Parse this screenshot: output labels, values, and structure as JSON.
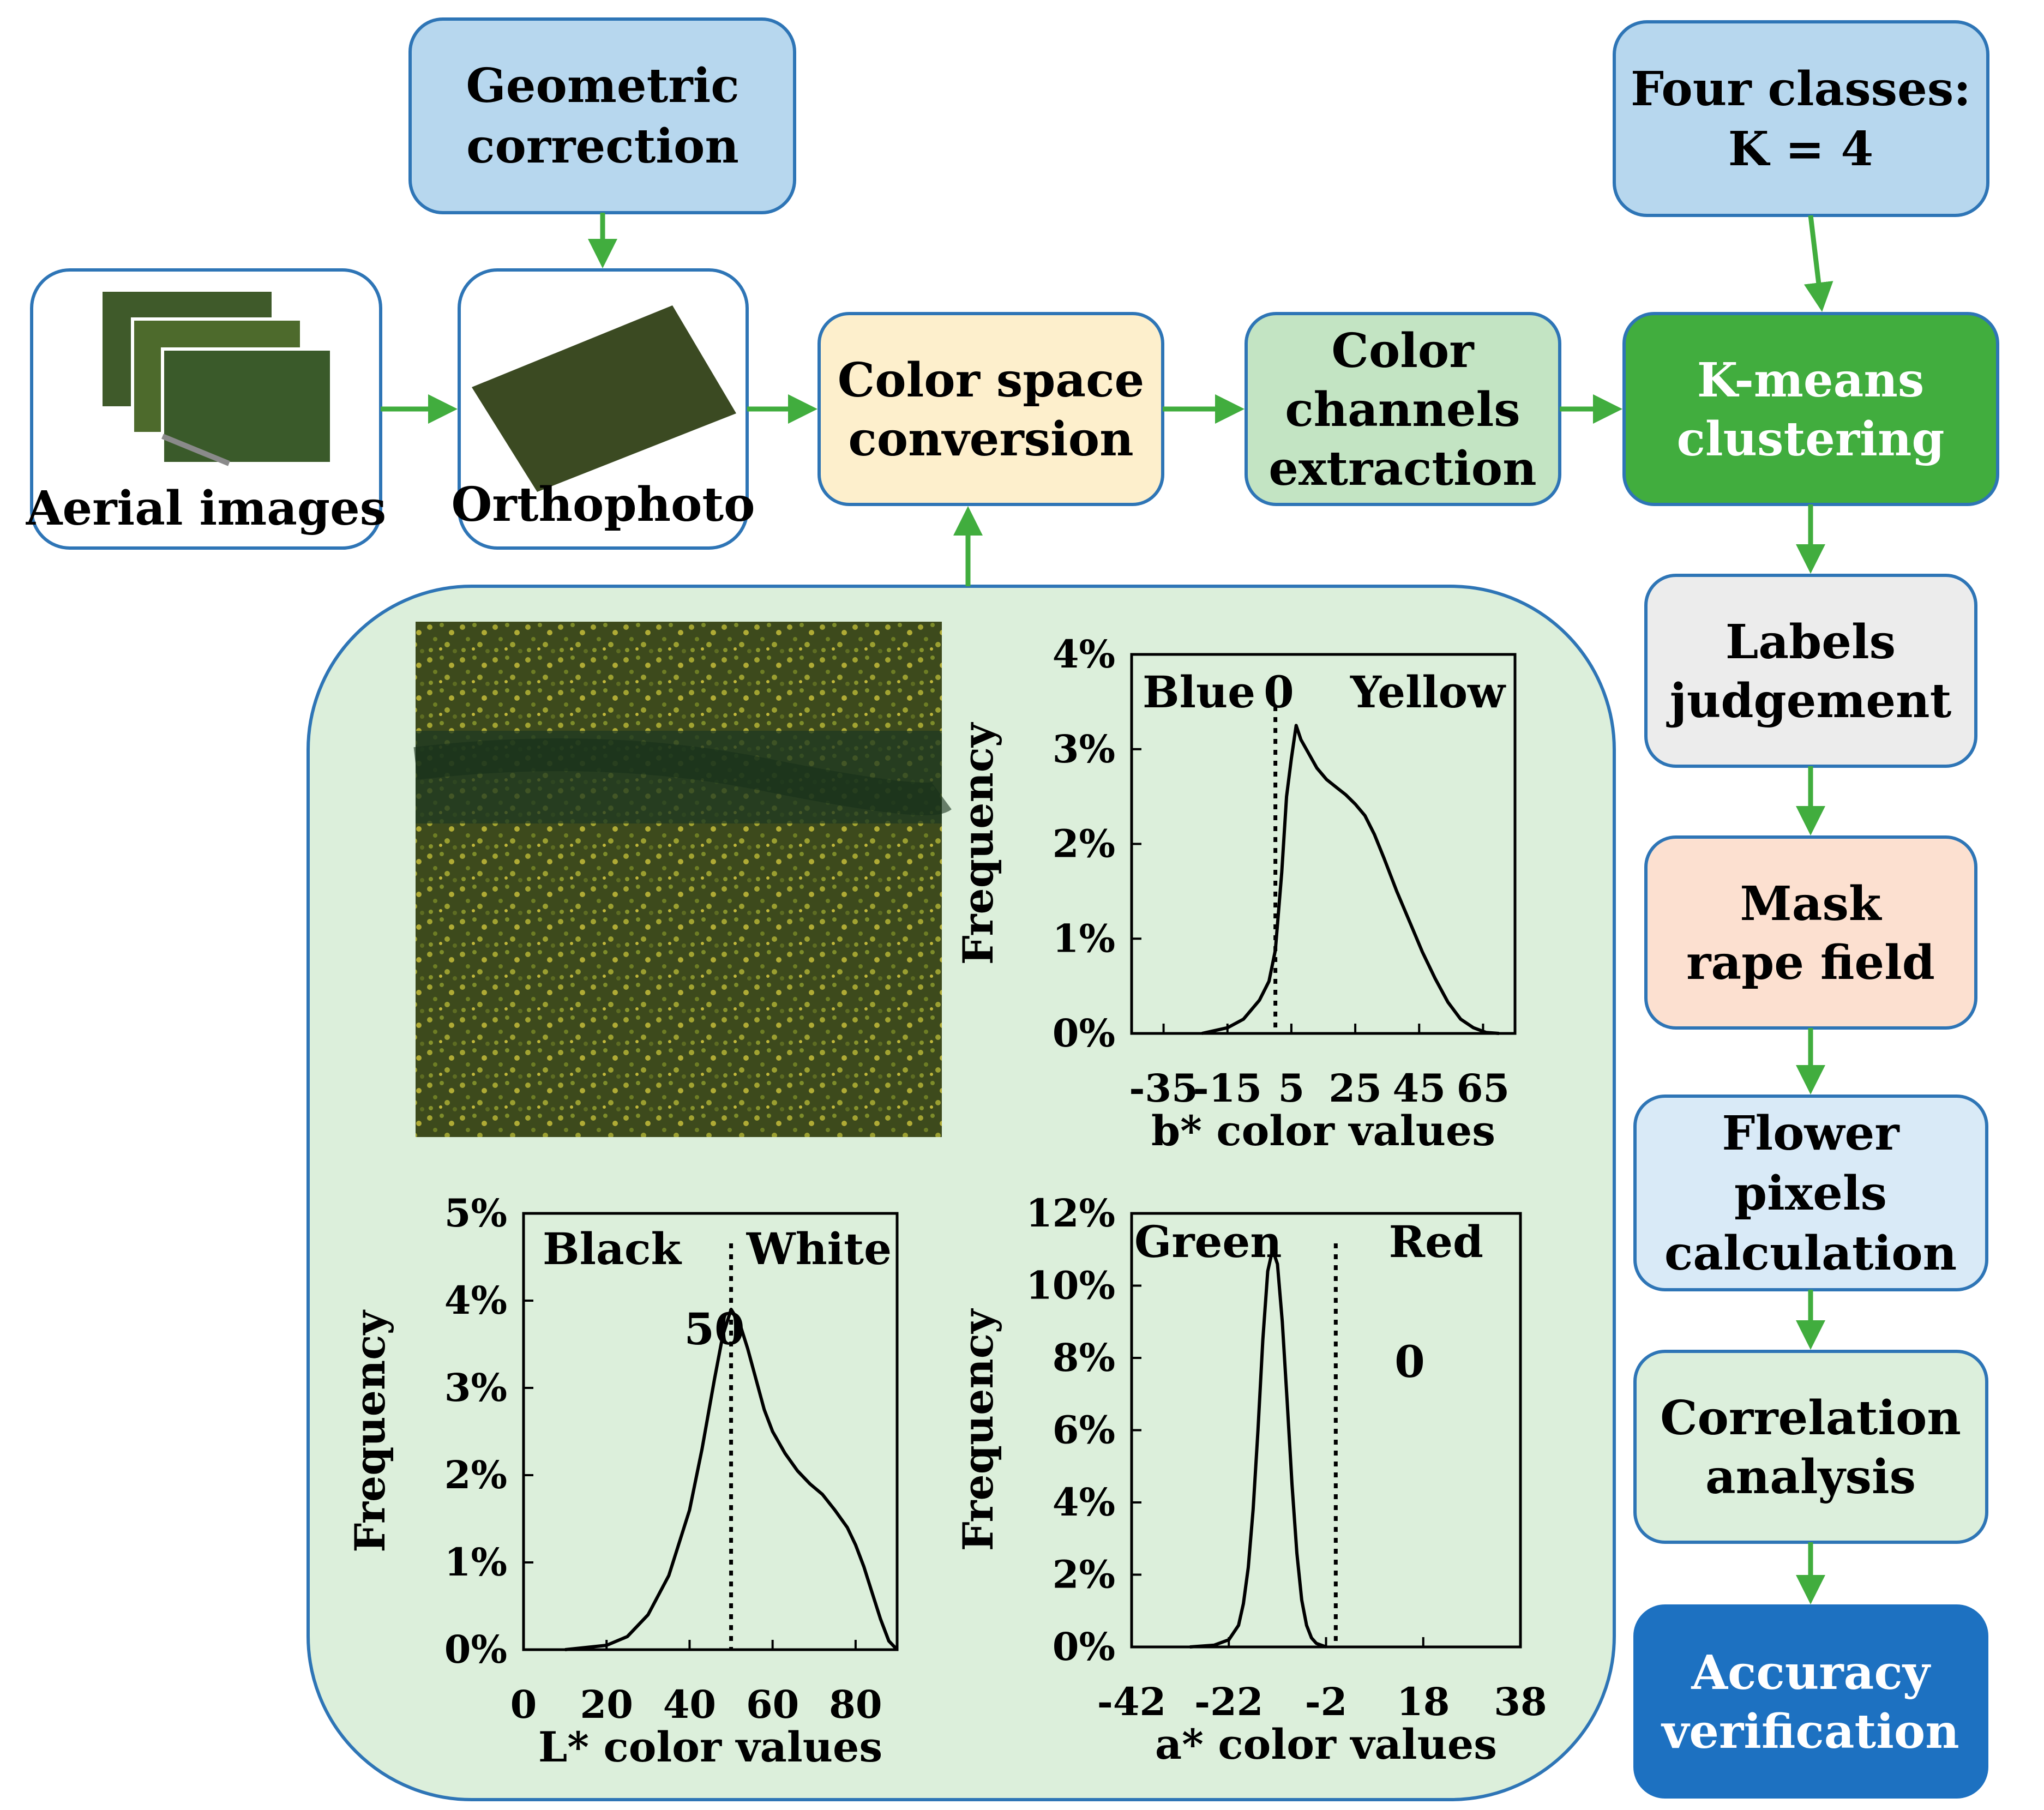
{
  "nodes": {
    "aerial": {
      "label": "Aerial images",
      "fill": "#ffffff",
      "stroke": "#2e75b6"
    },
    "geometric": {
      "lines": [
        "Geometric",
        "correction"
      ],
      "fill": "#b7d7ee",
      "stroke": "#2e75b6"
    },
    "ortho": {
      "label": "Orthophoto",
      "fill": "#ffffff",
      "stroke": "#2e75b6"
    },
    "colorspace": {
      "lines": [
        "Color space",
        "conversion"
      ],
      "fill": "#fdefcc",
      "stroke": "#2e75b6"
    },
    "channels": {
      "lines": [
        "Color",
        "channels",
        "extraction"
      ],
      "fill": "#c3e4c3",
      "stroke": "#2e75b6"
    },
    "fourclasses": {
      "lines": [
        "Four classes:",
        "K = 4"
      ],
      "fill": "#b7d7ee",
      "stroke": "#2e75b6"
    },
    "kmeans": {
      "lines": [
        "K-means",
        "clustering"
      ],
      "fill": "#41ad3e",
      "stroke": "#2e75b6",
      "text_color": "#ffffff"
    },
    "labels": {
      "lines": [
        "Labels",
        "judgement"
      ],
      "fill": "#ececec",
      "stroke": "#2e75b6"
    },
    "mask": {
      "lines": [
        "Mask",
        "rape field"
      ],
      "fill": "#fce0d0",
      "stroke": "#2e75b6"
    },
    "flower": {
      "lines": [
        "Flower",
        "pixels",
        "calculation"
      ],
      "fill": "#d9eaf7",
      "stroke": "#2e75b6"
    },
    "correlation": {
      "lines": [
        "Correlation",
        "analysis"
      ],
      "fill": "#dcefdc",
      "stroke": "#2e75b6"
    },
    "accuracy": {
      "lines": [
        "Accuracy",
        "verification"
      ],
      "fill": "#1d71c1",
      "stroke": "#1d71c1",
      "text_color": "#ffffff"
    }
  },
  "colors": {
    "arrow": "#41ad3e",
    "panel_fill": "#dcefdb",
    "panel_stroke": "#2e75b6"
  },
  "chart_data": [
    {
      "type": "line",
      "xlabel": "b* color values",
      "ylabel": "Frequency",
      "xlim": [
        -45,
        75
      ],
      "ylim": [
        0,
        0.04
      ],
      "x_ticks": [
        -35,
        -15,
        5,
        25,
        45,
        65
      ],
      "y_ticks": [
        "0%",
        "1%",
        "2%",
        "3%",
        "4%"
      ],
      "y_tick_values": [
        0,
        0.01,
        0.02,
        0.03,
        0.04
      ],
      "region_labels": [
        "Blue",
        "Yellow"
      ],
      "reference": {
        "value": 0,
        "label": "0"
      },
      "x": [
        -23,
        -15,
        -10,
        -5,
        -2,
        0,
        2,
        3.5,
        5,
        6.5,
        8,
        10,
        13,
        16,
        19,
        22,
        25,
        28,
        31,
        34,
        38,
        42,
        46,
        50,
        54,
        58,
        62,
        66,
        70
      ],
      "y": [
        0,
        0.0006,
        0.0015,
        0.0035,
        0.0055,
        0.0088,
        0.017,
        0.025,
        0.029,
        0.0325,
        0.031,
        0.0298,
        0.028,
        0.0268,
        0.026,
        0.0252,
        0.0242,
        0.023,
        0.021,
        0.0185,
        0.015,
        0.0118,
        0.0086,
        0.0058,
        0.0033,
        0.0015,
        0.0006,
        0.0001,
        0
      ]
    },
    {
      "type": "line",
      "xlabel": "L* color values",
      "ylabel": "Frequency",
      "xlim": [
        0,
        90
      ],
      "ylim": [
        0,
        0.05
      ],
      "x_ticks": [
        0,
        20,
        40,
        60,
        80
      ],
      "y_ticks": [
        "0%",
        "1%",
        "2%",
        "3%",
        "4%",
        "5%"
      ],
      "y_tick_values": [
        0,
        0.01,
        0.02,
        0.03,
        0.04,
        0.05
      ],
      "region_labels": [
        "Black",
        "White"
      ],
      "reference": {
        "value": 50,
        "label": "50"
      },
      "x": [
        10,
        20,
        25,
        30,
        35,
        40,
        43,
        46,
        48,
        50,
        52,
        54,
        56,
        58,
        60,
        63,
        66,
        69,
        72,
        75,
        78,
        80,
        82,
        84,
        86,
        88,
        90
      ],
      "y": [
        0,
        0.0005,
        0.0015,
        0.004,
        0.0085,
        0.016,
        0.023,
        0.031,
        0.036,
        0.039,
        0.0375,
        0.0345,
        0.031,
        0.0275,
        0.025,
        0.0225,
        0.0205,
        0.019,
        0.0178,
        0.016,
        0.014,
        0.012,
        0.0095,
        0.0065,
        0.0035,
        0.001,
        0
      ]
    },
    {
      "type": "line",
      "xlabel": "a* color values",
      "ylabel": "Frequency",
      "xlim": [
        -42,
        38
      ],
      "ylim": [
        0,
        0.12
      ],
      "x_ticks": [
        -42,
        -22,
        -2,
        18,
        38
      ],
      "y_ticks": [
        "0%",
        "2%",
        "4%",
        "6%",
        "8%",
        "10%",
        "12%"
      ],
      "y_tick_values": [
        0,
        0.02,
        0.04,
        0.06,
        0.08,
        0.1,
        0.12
      ],
      "region_labels": [
        "Green",
        "Red"
      ],
      "reference": {
        "value": 0,
        "label": "0"
      },
      "x": [
        -30,
        -25,
        -22,
        -20,
        -19,
        -18,
        -17,
        -16,
        -15,
        -14,
        -13,
        -12,
        -11,
        -10,
        -9,
        -8,
        -7,
        -6,
        -5,
        -4,
        -2
      ],
      "y": [
        0,
        0.0005,
        0.002,
        0.006,
        0.012,
        0.022,
        0.038,
        0.06,
        0.085,
        0.104,
        0.11,
        0.106,
        0.09,
        0.068,
        0.045,
        0.026,
        0.013,
        0.006,
        0.0025,
        0.001,
        0
      ]
    }
  ]
}
